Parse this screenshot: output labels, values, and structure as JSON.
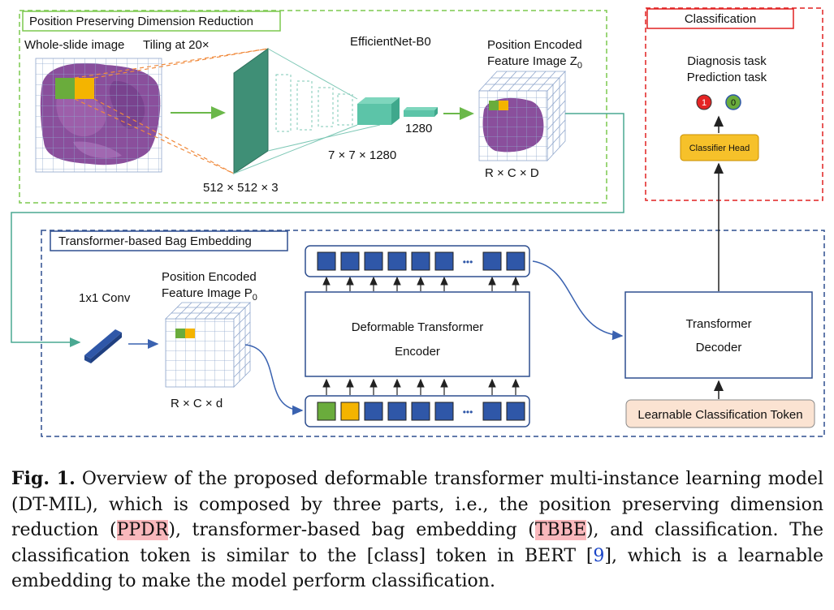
{
  "ppdr": {
    "title": "Position Preserving Dimension Reduction",
    "wsi_label": "Whole-slide image",
    "tiling_label": "Tiling at 20×",
    "effnet_label": "EfficientNet-B0",
    "tile_dims": "512 × 512 × 3",
    "feature_dims": "7 × 7 × 1280",
    "vector_dims": "1280",
    "feature_image_line1": "Position Encoded",
    "feature_image_line2": "Feature Image Z",
    "feature_image_sub": "0",
    "feature_image_dims": "R × C × D"
  },
  "classification": {
    "title": "Classification",
    "task1": "Diagnosis task",
    "task2": "Prediction task",
    "output1": "1",
    "output0": "0",
    "head_label": "Classifier Head"
  },
  "tbbe": {
    "title": "Transformer-based Bag Embedding",
    "conv_label": "1x1 Conv",
    "feature_image_line1": "Position Encoded",
    "feature_image_line2": "Feature Image P",
    "feature_image_sub": "0",
    "feature_image_dims": "R × C × d",
    "encoder_line1": "Deformable Transformer",
    "encoder_line2": "Encoder",
    "decoder_line1": "Transformer",
    "decoder_line2": "Decoder",
    "token_label": "Learnable Classification Token",
    "ellipsis": "•••"
  },
  "caption": {
    "fig_label": "Fig. 1.",
    "part1": " Overview of the proposed deformable transformer multi-instance learning model (DT-MIL), which is composed by three parts, i.e., the position preserving dimension reduction (",
    "ppdr_abbr": "PPDR",
    "part2": "), transformer-based bag embedding (",
    "tbbe_abbr": "TBBE",
    "part3": "), and classification. The classification token is similar to the [class] token in BERT [",
    "ref_num": "9",
    "part4": "], which is a learnable embedding to make the model perform classification."
  },
  "colors": {
    "ppdr_frame": "#7cc84e",
    "classification_frame": "#e02020",
    "tbbe_frame": "#2f4f8f",
    "token_blue": "#2f57a8",
    "token_green": "#6aac3c",
    "token_yellow": "#f4b400",
    "teal_block": "#4aa892",
    "classifier_head": "#f6c12a",
    "learnable_token_fill": "#fbe3d2",
    "tissue": "#8a4f9c"
  }
}
